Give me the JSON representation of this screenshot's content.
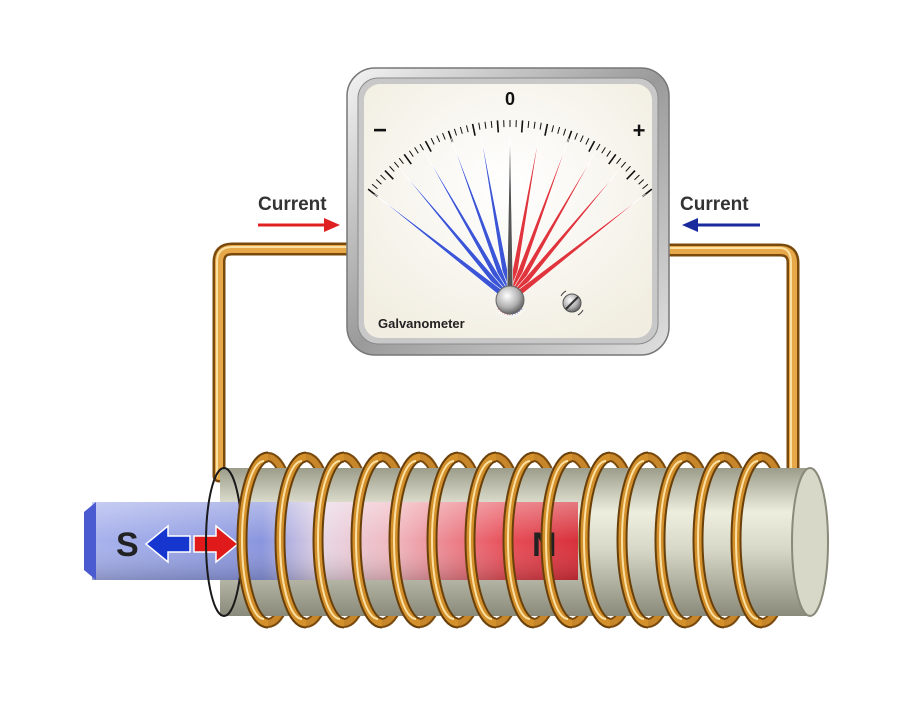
{
  "galvanometer": {
    "title": "Galvanometer",
    "zero_label": "0",
    "minus_label": "−",
    "plus_label": "+",
    "negative_needle_color": "#3b55d6",
    "positive_needle_color": "#e0353c",
    "center_needle_color": "#555555",
    "adjust_screw_icon": "screw-icon"
  },
  "left_current": {
    "label": "Current",
    "arrow_color": "#e02020"
  },
  "right_current": {
    "label": "Current",
    "arrow_color": "#1a2a9c"
  },
  "magnet": {
    "south_label": "S",
    "north_label": "N",
    "south_color": "#7a88d8",
    "north_color": "#e0353c",
    "left_arrow_color": "#1636d0",
    "right_arrow_color": "#e01a1a"
  },
  "coil": {
    "wire_color": "#d4902a",
    "turns": 14
  }
}
